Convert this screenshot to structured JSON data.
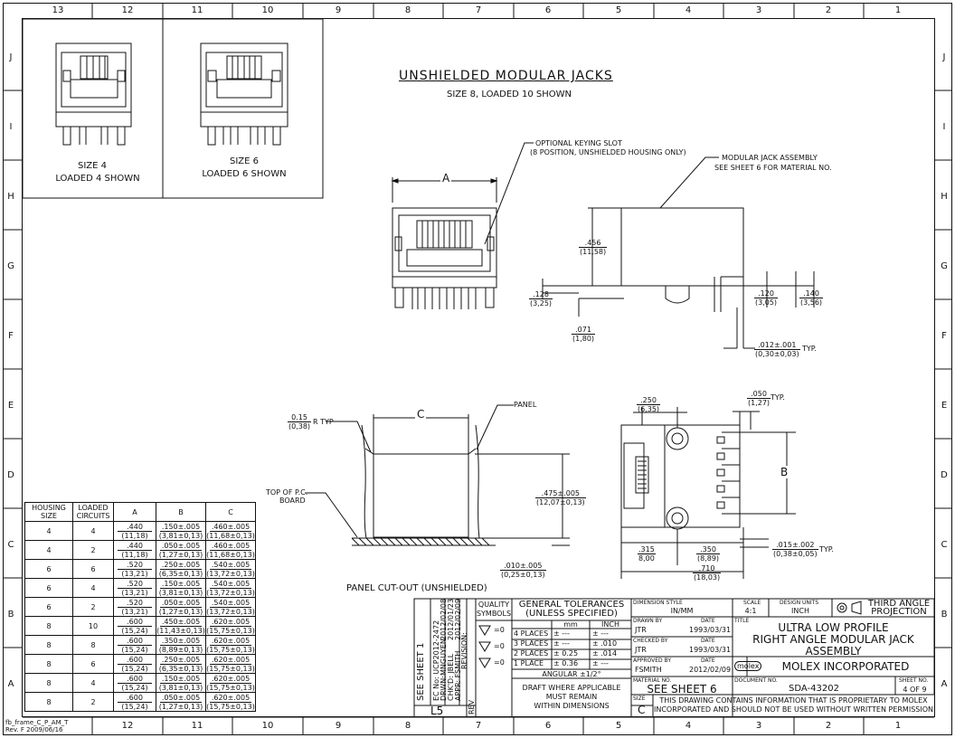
{
  "zones_top": [
    "13",
    "12",
    "11",
    "10",
    "9",
    "8",
    "7",
    "6",
    "5",
    "4",
    "3",
    "2",
    "1"
  ],
  "zones_bottom": [
    "12",
    "11",
    "10",
    "9",
    "8",
    "7",
    "6",
    "5",
    "4",
    "3",
    "2",
    "1"
  ],
  "zones_side": [
    "J",
    "I",
    "H",
    "G",
    "F",
    "E",
    "D",
    "C",
    "B",
    "A"
  ],
  "views": {
    "size4_label": "SIZE 4",
    "size4_sub": "LOADED 4 SHOWN",
    "size6_label": "SIZE 6",
    "size6_sub": "LOADED 6 SHOWN"
  },
  "main": {
    "title": "UNSHIELDED MODULAR JACKS",
    "subtitle": "SIZE 8, LOADED 10 SHOWN",
    "keying_note_1": "OPTIONAL KEYING SLOT",
    "keying_note_2": "(8 POSITION, UNSHIELDED HOUSING ONLY)",
    "assembly_note_1": "MODULAR JACK ASSEMBLY",
    "assembly_note_2": "SEE SHEET 6 FOR MATERIAL NO.",
    "dim_A": "A",
    "dim_B": "B",
    "dim_C": "C",
    "typ": "TYP.",
    "r_typ": "R TYP",
    "panel": "PANEL",
    "top_board_1": "TOP OF P.C.",
    "top_board_2": "BOARD",
    "cutout_title": "PANEL CUT-OUT (UNSHIELDED)"
  },
  "dims": {
    "d456": [
      ".456",
      "(11,58)"
    ],
    "d128": [
      ".128",
      "(3,25)"
    ],
    "d120": [
      ".120",
      "(3,05)"
    ],
    "d140": [
      ".140",
      "(3,56)"
    ],
    "d071": [
      ".071",
      "(1,80)"
    ],
    "d012": [
      ".012±.001",
      "(0,30±0,03)"
    ],
    "d015": [
      "0.15",
      "(0,38)"
    ],
    "d475": [
      ".475±.005",
      "(12,07±0,13)"
    ],
    "d010": [
      ".010±.005",
      "(0,25±0,13)"
    ],
    "d250": [
      ".250",
      "(6,35)"
    ],
    "d050": [
      ".050",
      "(1,27)"
    ],
    "d015b": [
      ".015±.002",
      "(0,38±0,05)"
    ],
    "d315": [
      ".315",
      "8,00"
    ],
    "d350": [
      ".350",
      "(8,89)"
    ],
    "d710": [
      ".710",
      "(18,03)"
    ]
  },
  "table": {
    "headers": [
      "HOUSING SIZE",
      "LOADED CIRCUITS",
      "A",
      "B",
      "C"
    ],
    "rows": [
      {
        "size": "4",
        "loaded": "4",
        "a": [
          ".440",
          "(11,18)"
        ],
        "b": [
          ".150±.005",
          "(3,81±0,13)"
        ],
        "c": [
          ".460±.005",
          "(11,68±0,13)"
        ]
      },
      {
        "size": "4",
        "loaded": "2",
        "a": [
          ".440",
          "(11,18)"
        ],
        "b": [
          ".050±.005",
          "(1,27±0,13)"
        ],
        "c": [
          ".460±.005",
          "(11,68±0,13)"
        ]
      },
      {
        "size": "6",
        "loaded": "6",
        "a": [
          ".520",
          "(13,21)"
        ],
        "b": [
          ".250±.005",
          "(6,35±0,13)"
        ],
        "c": [
          ".540±.005",
          "(13,72±0,13)"
        ]
      },
      {
        "size": "6",
        "loaded": "4",
        "a": [
          ".520",
          "(13,21)"
        ],
        "b": [
          ".150±.005",
          "(3,81±0,13)"
        ],
        "c": [
          ".540±.005",
          "(13,72±0,13)"
        ]
      },
      {
        "size": "6",
        "loaded": "2",
        "a": [
          ".520",
          "(13,21)"
        ],
        "b": [
          ".050±.005",
          "(1,27±0,13)"
        ],
        "c": [
          ".540±.005",
          "(13,72±0,13)"
        ]
      },
      {
        "size": "8",
        "loaded": "10",
        "a": [
          ".600",
          "(15,24)"
        ],
        "b": [
          ".450±.005",
          "(11,43±0,13)"
        ],
        "c": [
          ".620±.005",
          "(15,75±0,13)"
        ]
      },
      {
        "size": "8",
        "loaded": "8",
        "a": [
          ".600",
          "(15,24)"
        ],
        "b": [
          ".350±.005",
          "(8,89±0,13)"
        ],
        "c": [
          ".620±.005",
          "(15,75±0,13)"
        ]
      },
      {
        "size": "8",
        "loaded": "6",
        "a": [
          ".600",
          "(15,24)"
        ],
        "b": [
          ".250±.005",
          "(6,35±0,13)"
        ],
        "c": [
          ".620±.005",
          "(15,75±0,13)"
        ]
      },
      {
        "size": "8",
        "loaded": "4",
        "a": [
          ".600",
          "(15,24)"
        ],
        "b": [
          ".150±.005",
          "(3,81±0,13)"
        ],
        "c": [
          ".620±.005",
          "(15,75±0,13)"
        ]
      },
      {
        "size": "8",
        "loaded": "2",
        "a": [
          ".600",
          "(15,24)"
        ],
        "b": [
          ".050±.005",
          "(1,27±0,13)"
        ],
        "c": [
          ".620±.005",
          "(15,75±0,13)"
        ]
      }
    ]
  },
  "revision": {
    "see_sheet": "SEE SHEET 1",
    "ec_no": "EC No: UCP2012-2472",
    "drwn": "DRWN:MNGUYEN",
    "chkd": "CHK'D: JBELL",
    "apprd": "APPR: FSMITH",
    "date1": "2012/02/08",
    "date2": "2012/01/23",
    "date3": "2012/02/09",
    "rev_letter": "L5",
    "revision_label": "REVISION:",
    "rev": "REV"
  },
  "title_block": {
    "quality": "QUALITY",
    "symbols": "SYMBOLS",
    "sym": "=0",
    "gen_tol_1": "GENERAL TOLERANCES",
    "gen_tol_2": "(UNLESS SPECIFIED)",
    "mm": "mm",
    "inch": "INCH",
    "places": [
      "4 PLACES",
      "3 PLACES",
      "2 PLACES",
      "1 PLACE"
    ],
    "mm_vals": [
      "± ---",
      "± ---",
      "± 0.25",
      "± 0.36"
    ],
    "inch_vals": [
      "± ---",
      "± .010",
      "± .014",
      "± ---"
    ],
    "angular": "ANGULAR ±1/2°",
    "draft_1": "DRAFT WHERE APPLICABLE",
    "draft_2": "MUST REMAIN",
    "draft_3": "WITHIN DIMENSIONS",
    "dim_style_label": "DIMENSION STYLE",
    "dim_style": "IN/MM",
    "scale_label": "SCALE",
    "scale": "4:1",
    "design_units_label": "DESIGN UNITS",
    "design_units": "INCH",
    "projection": "THIRD ANGLE PROJECTION",
    "drawn_by_label": "DRAWN BY",
    "drawn_by": "JTR",
    "date_label": "DATE",
    "drawn_date": "1993/03/31",
    "checked_by_label": "CHECKED BY",
    "checked_by": "JTR",
    "checked_date": "1993/03/31",
    "approved_by_label": "APPROVED BY",
    "approved_by": "FSMITH",
    "approved_date": "2012/02/09",
    "title_label": "TITLE",
    "title_1": "ULTRA LOW PROFILE",
    "title_2": "RIGHT ANGLE MODULAR JACK",
    "title_3": "ASSEMBLY",
    "company_logo": "molex",
    "company": "MOLEX INCORPORATED",
    "material_label": "MATERIAL NO.",
    "material": "SEE SHEET 6",
    "doc_label": "DOCUMENT NO.",
    "doc": "SDA-43202",
    "sheet_label": "SHEET NO.",
    "sheet": "4 OF 9",
    "size_label": "SIZE",
    "size": "C",
    "proprietary_1": "THIS DRAWING CONTAINS INFORMATION THAT IS PROPRIETARY TO MOLEX",
    "proprietary_2": "INCORPORATED AND SHOULD NOT BE USED WITHOUT WRITTEN PERMISSION"
  },
  "footer": {
    "frame_1": "fb_frame_C_P_AM_T",
    "frame_2": "Rev. F 2009/06/16"
  }
}
